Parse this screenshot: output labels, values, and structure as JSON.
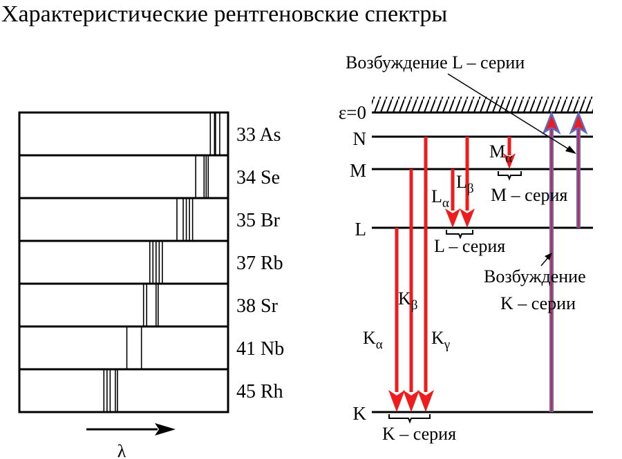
{
  "title": "Характеристические рентгеновские спектры",
  "spectra": [
    {
      "z": "33",
      "symbol": "As",
      "label": "33 As",
      "lines": [
        0.915,
        0.935,
        0.94,
        0.96
      ]
    },
    {
      "z": "34",
      "symbol": "Se",
      "label": "34 Se",
      "lines": [
        0.845,
        0.885,
        0.895,
        0.905
      ]
    },
    {
      "z": "35",
      "symbol": "Br",
      "label": "35 Br",
      "lines": [
        0.755,
        0.785,
        0.8,
        0.815,
        0.83
      ]
    },
    {
      "z": "37",
      "symbol": "Rb",
      "label": "37 Rb",
      "lines": [
        0.625,
        0.64,
        0.655,
        0.67,
        0.685
      ]
    },
    {
      "z": "38",
      "symbol": "Sr",
      "label": "38 Sr",
      "lines": [
        0.595,
        0.61,
        0.655,
        0.665
      ]
    },
    {
      "z": "41",
      "symbol": "Nb",
      "label": "41 Nb",
      "lines": [
        0.515,
        0.585
      ]
    },
    {
      "z": "45",
      "symbol": "Rh",
      "label": "45 Rh",
      "lines": [
        0.405,
        0.42,
        0.435,
        0.46,
        0.47
      ]
    }
  ],
  "lambda_label": "λ",
  "levels": {
    "eps": "ε=0",
    "n": "N",
    "m": "M",
    "l": "L",
    "k": "K"
  },
  "transitions": {
    "k_alpha": "Kα",
    "k_beta": "Kβ",
    "k_gamma": "Kγ",
    "l_alpha": "Lα",
    "l_beta": "Lβ",
    "m_alpha": "Mα"
  },
  "series": {
    "k": "K – серия",
    "l": "L – серия",
    "m": "M – серия"
  },
  "annotations": {
    "l_excitation": "Возбуждение L – серии",
    "k_excitation_line1": "Возбуждение",
    "k_excitation_line2": "K – серии"
  },
  "colors": {
    "emission": "#ee1c1c",
    "excitation_outer": "#5b6cc9",
    "excitation_inner": "#ee1c1c"
  }
}
